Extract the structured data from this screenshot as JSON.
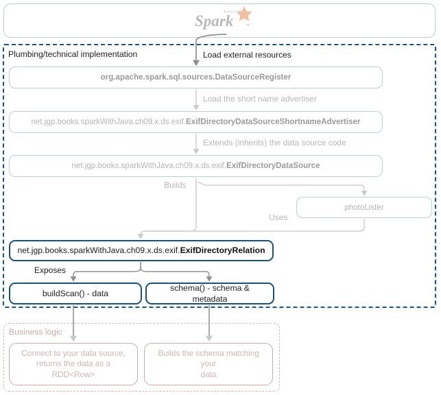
{
  "diagram": {
    "title": "Apache Spark custom data source architecture",
    "colors": {
      "pale_blue_border": "#b9cfe0",
      "pale_text": "#b4b4b4",
      "strong_navy_border": "#14527f",
      "rose_border": "#d9a6a6",
      "rose_text": "#cfb6b6",
      "region_blue_dash": "#17538a",
      "region_rose_dash": "#dcb6b6",
      "connector_grey": "#8f8f8f",
      "connector_pale": "#cfcfcf",
      "spark_orange": "#e8a87c"
    }
  },
  "top_panel": {
    "logo_alt": "Apache Spark",
    "logo_wordmark": "Spark",
    "logo_supertext": "APACHE"
  },
  "plumbing_region": {
    "label": "Plumbing/technical implementation",
    "boxes": {
      "data_source_register": {
        "text": "org.apache.spark.sql.sources.DataSourceRegister",
        "style": "pale-bold"
      },
      "shortname_advertiser": {
        "prefix": "net.jgp.books.sparkWithJava.ch09.x.ds.exif.",
        "bold": "ExifDirectoryDataSourceShortnameAdvertiser"
      },
      "data_source": {
        "prefix": "net.jgp.books.sparkWithJava.ch09.x.ds.exif.",
        "bold": "ExifDirectoryDataSource"
      },
      "photo_lister": {
        "text": "photoLister"
      },
      "relation": {
        "prefix": "net.jgp.books.sparkWithJava.ch09.x.ds.exif.",
        "bold": "ExifDirectoryRelation"
      },
      "build_scan": {
        "text": "buildScan() - data"
      },
      "schema": {
        "text": "schema() - schema & metadata"
      }
    },
    "edge_labels": {
      "load_external_resources": "Load external resources",
      "load_short_name_advertiser": "Load the short name advertiser",
      "extends_data_source_code": "Extends (inherits) the data source code",
      "builds": "Builds",
      "uses": "Uses",
      "exposes": "Exposes"
    }
  },
  "business_region": {
    "label": "Business logic",
    "boxes": {
      "connect": {
        "line1": "Connect to your data source,",
        "line2": "returns the data as a RDD<Row>"
      },
      "build_schema": {
        "line1": "Builds the schema matching your",
        "line2": "data"
      }
    }
  }
}
